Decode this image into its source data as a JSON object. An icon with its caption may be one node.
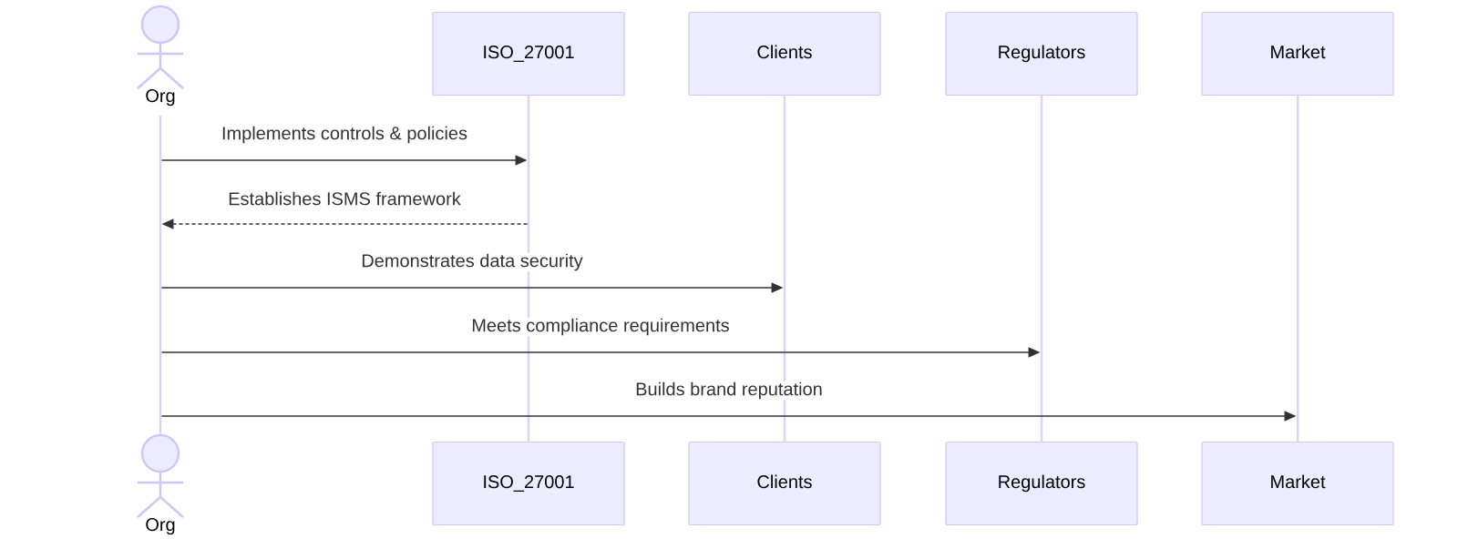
{
  "diagram": {
    "nodes": [
      {
        "text": [
          "Org"
        ]
      },
      {
        "text": [
          "ISO_27001"
        ]
      },
      {
        "text": [
          "Clients"
        ]
      },
      {
        "text": [
          "Regulators"
        ]
      },
      {
        "text": [
          "Market"
        ]
      },
      {
        "text": [],
        "shape": "bar"
      },
      {
        "text": [],
        "shape": "bar"
      },
      {
        "text": [],
        "shape": "bar"
      },
      {
        "text": [],
        "shape": "bar"
      },
      {
        "text": [],
        "shape": "bar"
      },
      {
        "text": [
          "Org"
        ]
      },
      {
        "text": [
          "ISO_27001"
        ]
      },
      {
        "text": [
          "Clients"
        ]
      },
      {
        "text": [
          "Regulators"
        ]
      },
      {
        "text": [
          "Market"
        ]
      }
    ],
    "edges": [
      {
        "from": 5,
        "to": 6,
        "arrow": "to",
        "label": "Implements controls & policies"
      },
      {
        "from": 6,
        "to": 5,
        "arrow": "to",
        "label": "Establishes ISMS framework",
        "style": "dashed"
      },
      {
        "from": 5,
        "to": 7,
        "arrow": "to",
        "label": "Demonstrates data security"
      },
      {
        "from": 5,
        "to": 8,
        "arrow": "to",
        "label": "Meets compliance requirements"
      },
      {
        "from": 5,
        "to": 9,
        "arrow": "to",
        "label": "Builds brand reputation"
      }
    ]
  }
}
